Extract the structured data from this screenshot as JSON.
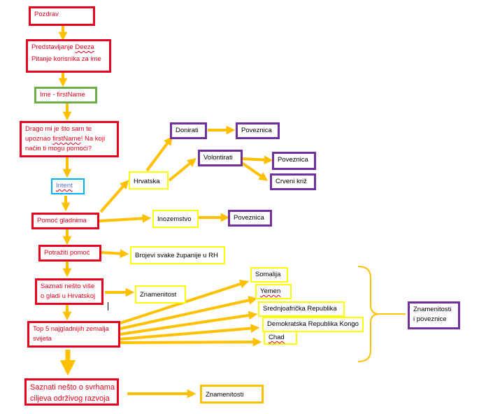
{
  "colors": {
    "red": "#e8001c",
    "green": "#70ad47",
    "cyan": "#00b0f0",
    "yellow": "#ffff00",
    "purple": "#7030a0",
    "orange": "#ffc000",
    "arrow": "#ffc000"
  },
  "nodes": {
    "pozdrav": {
      "line1": "Pozdrav"
    },
    "predstavljanje": {
      "line1_pre": "Predstavljanje ",
      "line1_sq": "Deeza",
      "line2": "Pitanje korisnika za ime"
    },
    "ime": {
      "line1": "Ime - firstName"
    },
    "drago": {
      "line1": "Drago mi je što sam te",
      "line2_pre": "upoznao ",
      "line2_sq": "firstName",
      "line2_post": "! Na koji",
      "line3": "način ti mogu pomoći?"
    },
    "intent": {
      "line1": "Intent"
    },
    "pomoc_gladnima": {
      "line1": "Pomoć gladnima"
    },
    "hrvatska": {
      "line1": "Hrvatska"
    },
    "donirati": {
      "line1": "Donirati"
    },
    "poveznica_1": {
      "line1": "Poveznica"
    },
    "volontirati": {
      "line1": "Volontirati"
    },
    "poveznica_2": {
      "line1": "Poveznica"
    },
    "crveni_kriz": {
      "line1": "Crveni križ"
    },
    "inozemstvo": {
      "line1": "Inozemstvo"
    },
    "poveznica_3": {
      "line1": "Poveznica"
    },
    "potraziti": {
      "line1": "Potražiti pomoć"
    },
    "brojevi": {
      "line1": "Brojevi svake županije u RH"
    },
    "saznati_glad": {
      "line1": "Saznati nešto više",
      "line2": "o gladi u Hrvatskoj"
    },
    "znamenitost": {
      "line1": "Znamenitost"
    },
    "top5": {
      "line1": "Top 5 najgladnijih zemalja",
      "line2": "svijeta"
    },
    "somalija": {
      "line1": "Somalija"
    },
    "yemen": {
      "line1": "Yemen"
    },
    "srednjo": {
      "line1": "Srednjoafrička Republika"
    },
    "kongo": {
      "line1": "Demokratska Republika Kongo"
    },
    "chad": {
      "line1": "Chad"
    },
    "znamenitosti_poveznice": {
      "line1": "Znamenitosti",
      "line2": "i poveznice"
    },
    "saznati_ciljevi": {
      "line1": "Saznati nešto o svrhama",
      "line2": "ciljeva održivog razvoja"
    },
    "znamenitosti_final": {
      "line1": "Znamenitosti"
    }
  }
}
